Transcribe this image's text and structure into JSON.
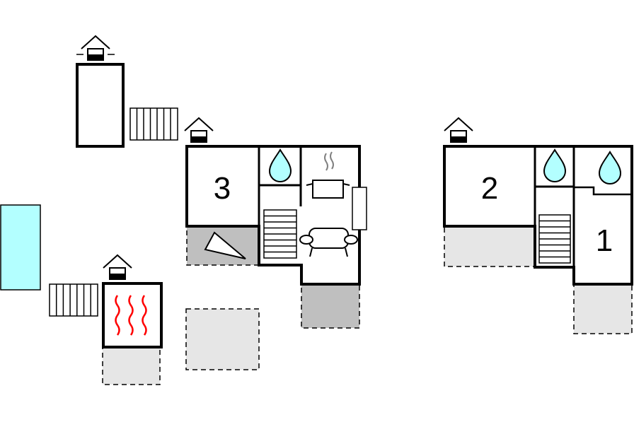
{
  "colors": {
    "wall": "#000000",
    "background": "#ffffff",
    "terrace_light": "#e6e6e6",
    "terrace_dark": "#bfbfbf",
    "pool": "#b3ffff",
    "water_drop": "#b3ffff",
    "heat_waves": "#ff0000",
    "stove_steam": "#808080"
  },
  "rooms": {
    "bedroom_3": {
      "number": "3",
      "icon": "bed-number"
    },
    "bedroom_2": {
      "number": "2",
      "icon": "bed-number"
    },
    "bedroom_1": {
      "number": "1",
      "icon": "bed-number"
    }
  },
  "icons": [
    "entrance-icon",
    "water-drop-icon",
    "cooking-pot-icon",
    "sofa-icon",
    "stairs-icon",
    "sauna-heat-icon",
    "slide-icon",
    "fence-icon",
    "pool"
  ]
}
